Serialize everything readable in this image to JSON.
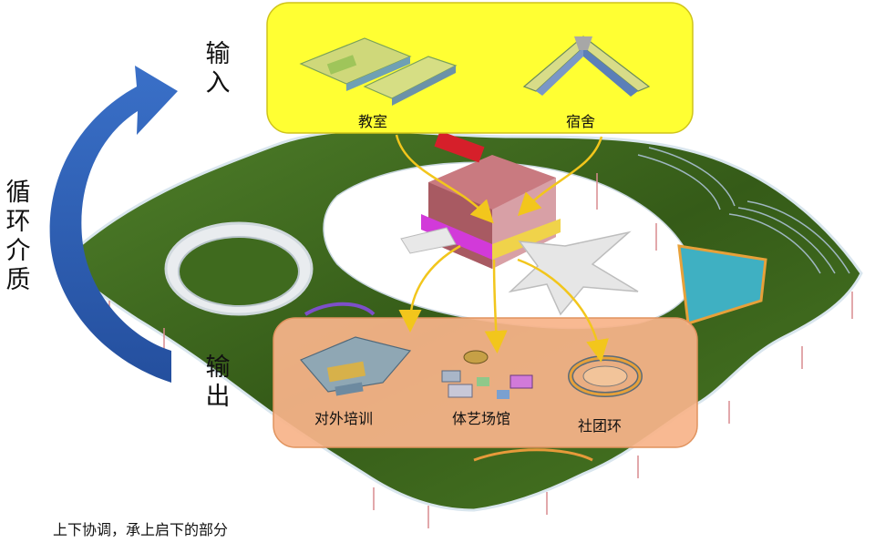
{
  "left_axis": {
    "input_label": "输\n入",
    "output_label": "输\n出",
    "medium_label": "循\n环\n介\n质"
  },
  "input_panel": {
    "items": [
      {
        "label": "教室"
      },
      {
        "label": "宿舍"
      }
    ],
    "fill": "#ffff33"
  },
  "output_panel": {
    "items": [
      {
        "label": "对外培训"
      },
      {
        "label": "体艺场馆"
      },
      {
        "label": "社团环"
      }
    ],
    "fill": "#f7b48a"
  },
  "caption": "上下协调，承上启下的部分",
  "colors": {
    "green_roof": "#3f6a1e",
    "cycle_arrow": "#2f5fb3",
    "flow_arrow": "#f2c61c",
    "center_building": "#c97a80"
  }
}
